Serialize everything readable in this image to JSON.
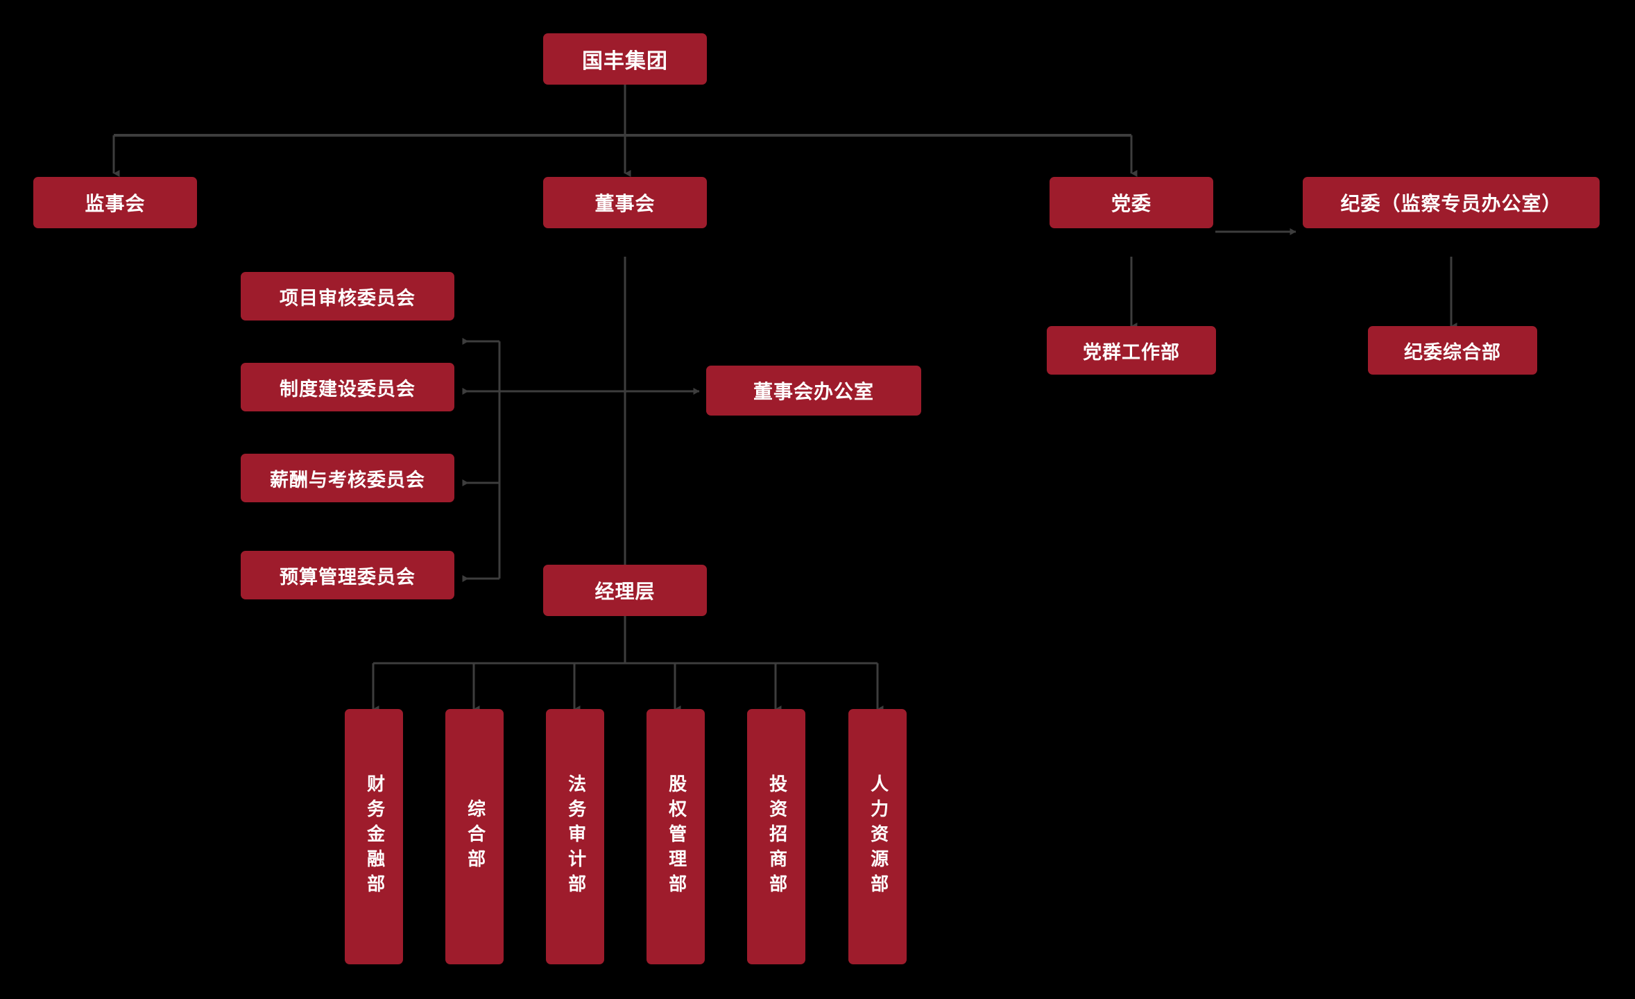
{
  "diagram": {
    "type": "org-chart",
    "title_node": "国丰集团",
    "background_color": "#000000",
    "node_color": "#9E1C2C",
    "node_text_color": "#FFFFFF",
    "connector_color": "#3D3D3D"
  },
  "nodes": {
    "root": {
      "label": "国丰集团"
    },
    "supervisory_board": {
      "label": "监事会"
    },
    "board_of_directors": {
      "label": "董事会"
    },
    "party_committee": {
      "label": "党委"
    },
    "discipline_commission": {
      "label": "纪委（监察专员办公室）"
    },
    "party_mass_work_dept": {
      "label": "党群工作部"
    },
    "discipline_general_dept": {
      "label": "纪委综合部"
    },
    "project_review_committee": {
      "label": "项目审核委员会"
    },
    "system_building_committee": {
      "label": "制度建设委员会"
    },
    "compensation_appraisal_committee": {
      "label": "薪酬与考核委员会"
    },
    "budget_management_committee": {
      "label": "预算管理委员会"
    },
    "board_office": {
      "label": "董事会办公室"
    },
    "management_layer": {
      "label": "经理层"
    }
  },
  "departments": [
    {
      "label": "财务金融部"
    },
    {
      "label": "综合部"
    },
    {
      "label": "法务审计部"
    },
    {
      "label": "股权管理部"
    },
    {
      "label": "投资招商部"
    },
    {
      "label": "人力资源部"
    }
  ]
}
